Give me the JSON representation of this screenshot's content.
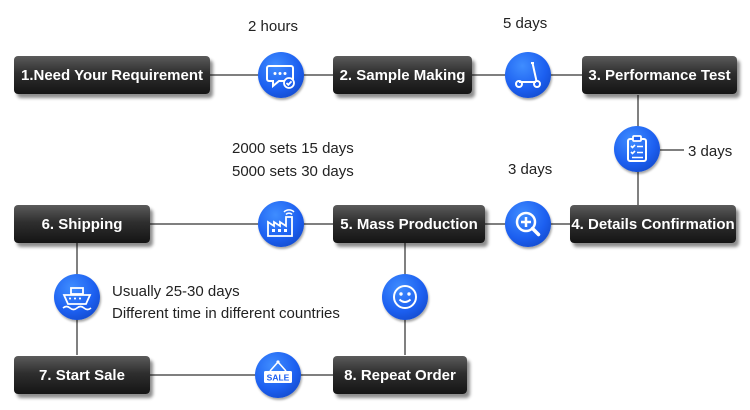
{
  "steps": {
    "s1": "1.Need Your Requirement",
    "s2": "2. Sample Making",
    "s3": "3. Performance Test",
    "s4": "4. Details Confirmation",
    "s5": "5. Mass Production",
    "s6": "6. Shipping",
    "s7": "7. Start Sale",
    "s8": "8. Repeat Order"
  },
  "notes": {
    "n1": "2 hours",
    "n2": "5 days",
    "n3": "3 days",
    "n4": "3 days",
    "n5a": "2000 sets 15 days",
    "n5b": "5000 sets 30 days",
    "n6a": "Usually 25-30 days",
    "n6b": "Different time in different countries"
  },
  "icons": {
    "i1": "chat-check-icon",
    "i2": "scooter-icon",
    "i3": "clipboard-checklist-icon",
    "i4": "magnifier-plus-icon",
    "i5": "factory-wifi-icon",
    "i6": "ship-icon",
    "i7": "smiley-icon",
    "i8": "sale-sign-icon",
    "sale_text": "SALE"
  },
  "colors": {
    "box": "#2f2f2f",
    "icon_circle": "#1c5ff0",
    "connector": "#555555"
  }
}
